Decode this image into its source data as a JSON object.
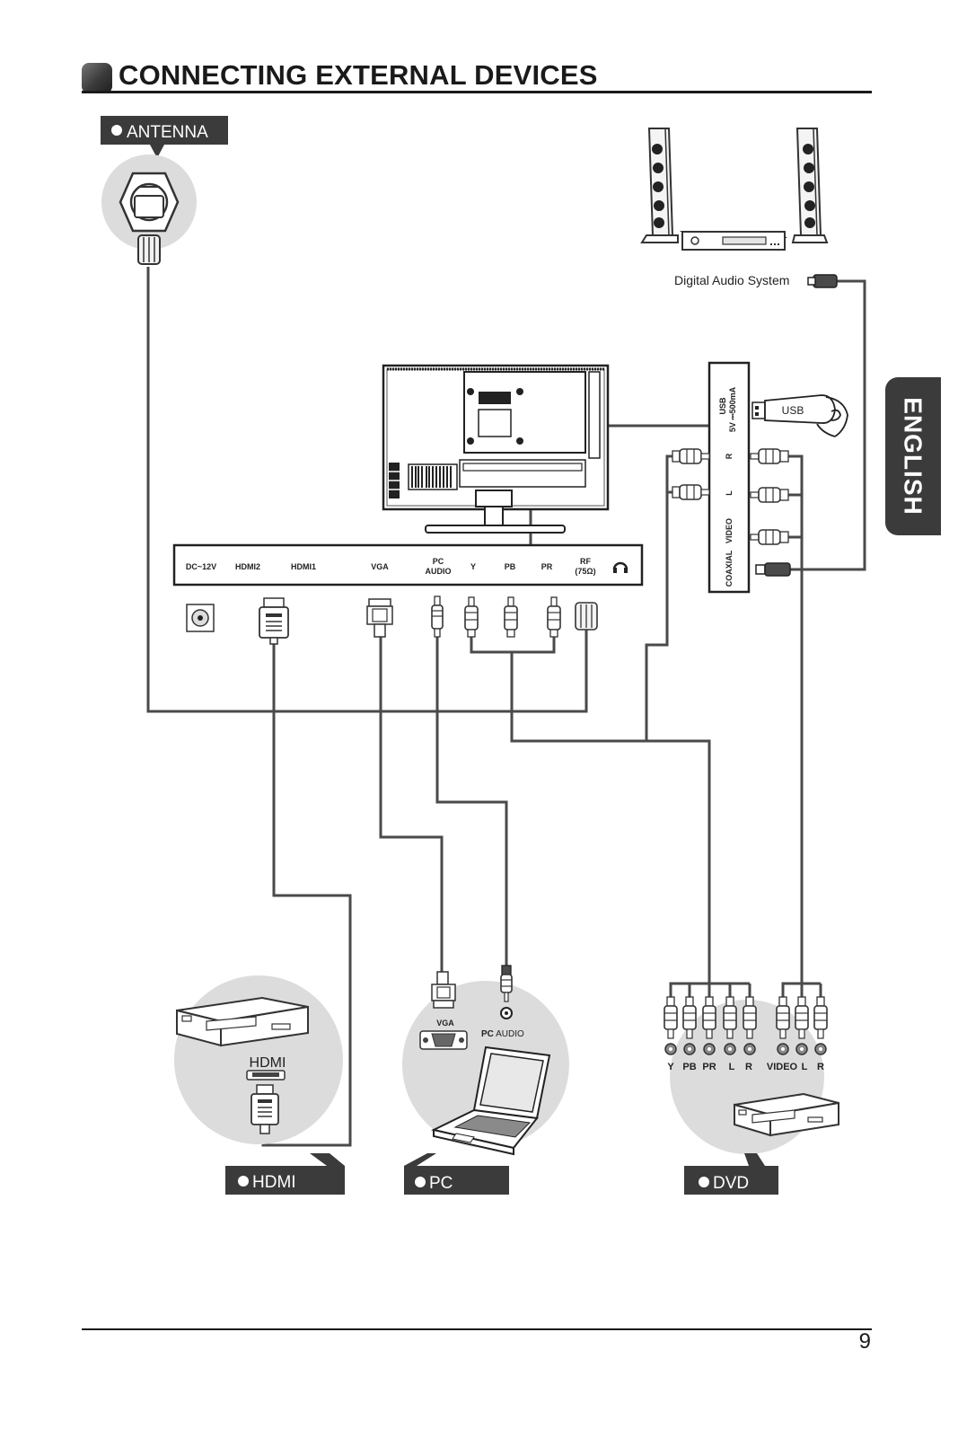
{
  "title": "CONNECTING EXTERNAL DEVICES",
  "side_tab": "ENGLISH",
  "page_number": "9",
  "labels": {
    "antenna": "ANTENNA",
    "hdmi": "HDMI",
    "pc": "PC",
    "dvd": "DVD"
  },
  "digital_audio_system": "Digital Audio System",
  "usb_dongle": "USB",
  "tv_panel_ports": {
    "dc": "DC~12V",
    "hdmi2": "HDMI2",
    "hdmi1": "HDMI1",
    "vga": "VGA",
    "pc_audio_1": "PC",
    "pc_audio_2": "AUDIO",
    "y": "Y",
    "pb": "PB",
    "pr": "PR",
    "rf_1": "RF",
    "rf_2": "(75Ω)"
  },
  "side_panel_ports": {
    "usb_1": "USB",
    "usb_2": "5V ⎓500mA",
    "r": "R",
    "l": "L",
    "video": "VIDEO",
    "coaxial": "COAXIAL"
  },
  "hdmi_device_label": "HDMI",
  "pc_device": {
    "vga": "VGA",
    "pc_audio_bold": "PC",
    "pc_audio_rest": " AUDIO"
  },
  "dvd_jacks": [
    "Y",
    "PB",
    "PR",
    "L",
    "R",
    "VIDEO",
    "L",
    "R"
  ]
}
